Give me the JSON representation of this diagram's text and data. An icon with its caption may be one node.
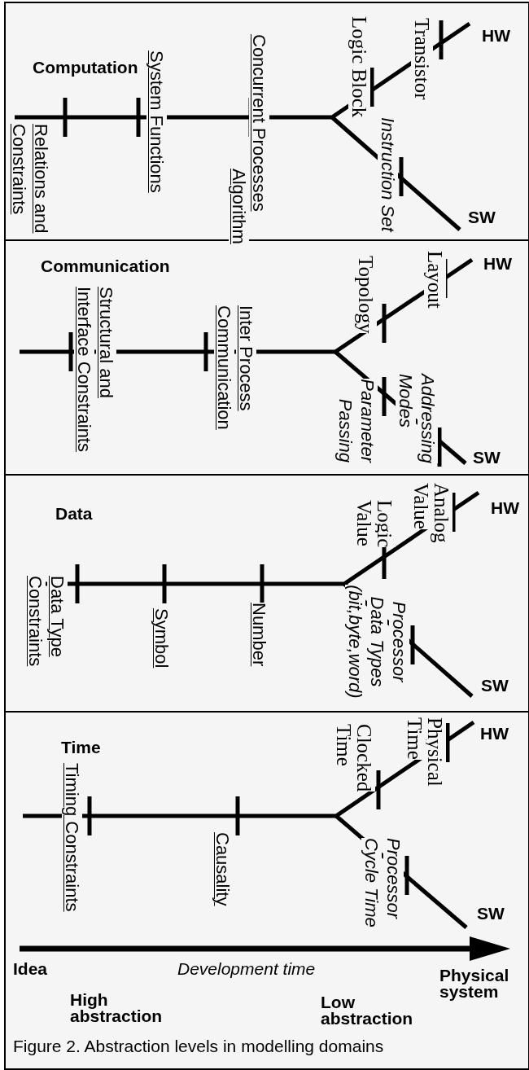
{
  "diagram": {
    "nodes": [
      {
        "text": [
          "Computation",
          "Relations and Constraints",
          "System Functions",
          "Concurrent Processes",
          "Algorithm",
          "Logic Block",
          "Transistor",
          "Instruction Set",
          "HW",
          "SW"
        ]
      },
      {
        "text": [
          "Communication",
          "Structural and Interface Constraints",
          "Inter Process Communication",
          "Topology",
          "Layout",
          "Parameter Passing",
          "Addressing Modes",
          "HW",
          "SW"
        ]
      },
      {
        "text": [
          "Data",
          "Data Type Constraints",
          "Symbol",
          "Number",
          "Logic Value",
          "Analog Value",
          "Processor Data Types (bit,byte,word)",
          "HW",
          "SW"
        ]
      },
      {
        "text": [
          "Time",
          "Timing Constraints",
          "Causality",
          "Clocked Time",
          "Physical Time",
          "Processor Cycle Time",
          "HW",
          "SW"
        ]
      }
    ],
    "labels": [
      "Idea",
      "Development time",
      "Physical system",
      "High abstraction",
      "Low abstraction"
    ],
    "caption": "Figure 2. Abstraction levels in modelling domains"
  }
}
